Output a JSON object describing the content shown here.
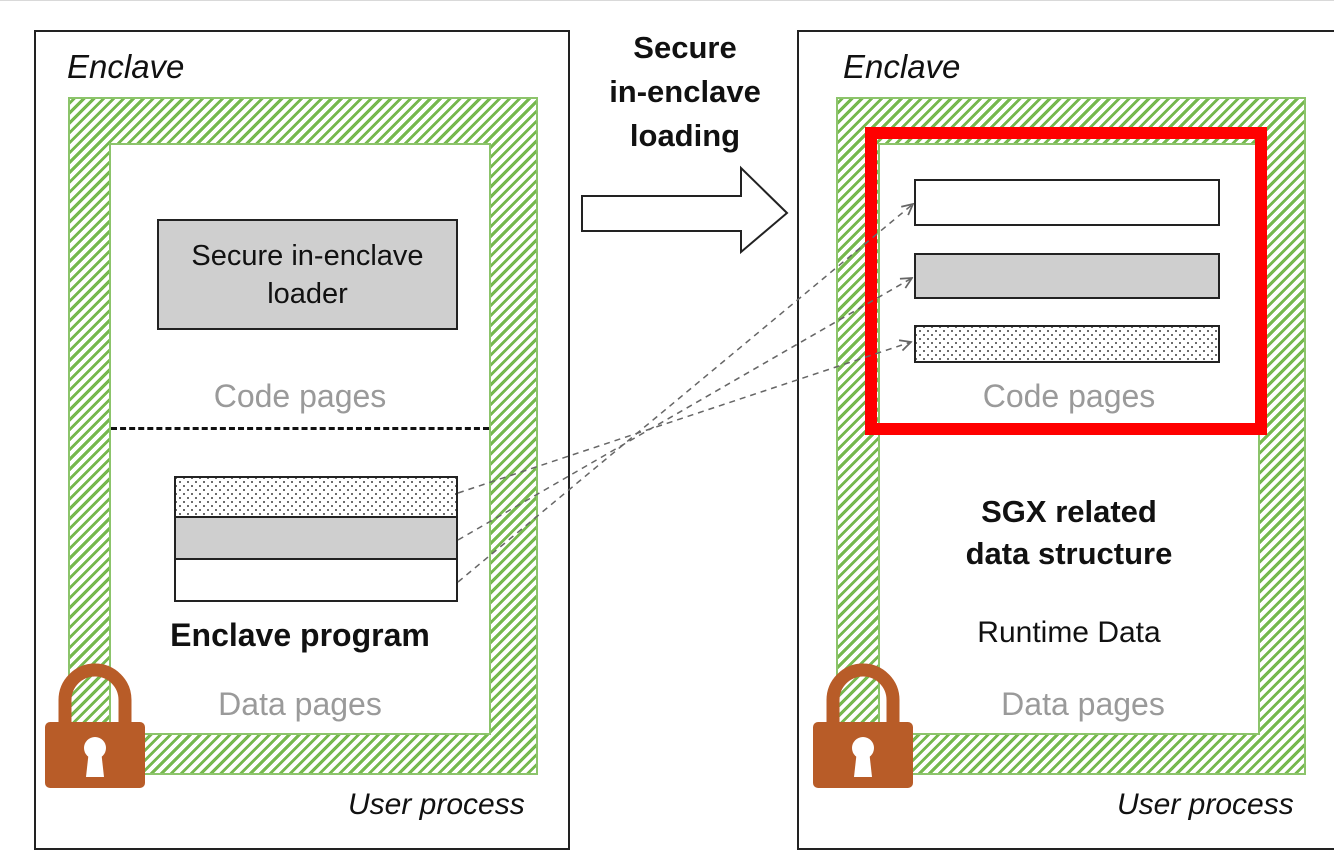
{
  "left_panel": {
    "enclave_label": "Enclave",
    "user_process_label": "User process",
    "loader_label": "Secure in-enclave loader",
    "code_pages_label": "Code pages",
    "program_label": "Enclave program",
    "data_pages_label": "Data pages"
  },
  "arrow": {
    "lines": [
      "Secure",
      "in-enclave",
      "loading"
    ]
  },
  "right_panel": {
    "enclave_label": "Enclave",
    "user_process_label": "User process",
    "code_pages_label": "Code pages",
    "sgx_line1": "SGX related",
    "sgx_line2": "data structure",
    "runtime_label": "Runtime Data",
    "data_pages_label": "Data pages"
  },
  "colors": {
    "hatch_green": "#76b84e",
    "highlight_red": "#ff0000",
    "lock_brown": "#b85c28",
    "block_gray": "#cfcfcf"
  },
  "icons": [
    "lock-icon",
    "hollow-right-arrow"
  ]
}
